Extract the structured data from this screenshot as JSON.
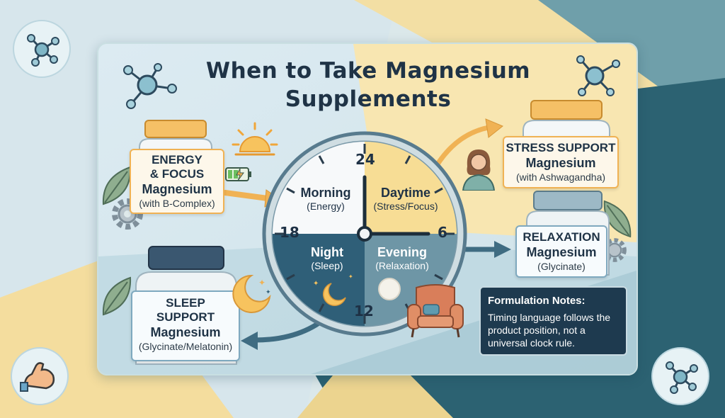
{
  "title": {
    "line1": "When to Take Magnesium",
    "line2": "Supplements"
  },
  "clock": {
    "numbers": {
      "top": "24",
      "right": "6",
      "bottom": "12",
      "left": "18"
    },
    "quadrants": {
      "morning": {
        "title": "Morning",
        "subtitle": "(Energy)"
      },
      "daytime": {
        "title": "Daytime",
        "subtitle": "(Stress/Focus)"
      },
      "night": {
        "title": "Night",
        "subtitle": "(Sleep)"
      },
      "evening": {
        "title": "Evening",
        "subtitle": "(Relaxation)"
      }
    }
  },
  "products": {
    "energy": {
      "name_line1": "ENERGY",
      "name_line2": "& FOCUS",
      "magnesium": "Magnesium",
      "formula": "(with B-Complex)"
    },
    "stress": {
      "name": "STRESS SUPPORT",
      "magnesium": "Magnesium",
      "formula": "(with Ashwagandha)"
    },
    "relaxation": {
      "name": "RELAXATION",
      "magnesium": "Magnesium",
      "formula": "(Glycinate)"
    },
    "sleep": {
      "name_line1": "SLEEP",
      "name_line2": "SUPPORT",
      "magnesium": "Magnesium",
      "formula": "(Glycinate/Melatonin)"
    }
  },
  "notes": {
    "title": "Formulation Notes:",
    "body": "Timing language follows the product position, not a universal clock rule."
  },
  "icons": [
    "molecule-icon",
    "sun-icon",
    "battery-icon",
    "gear-icon",
    "leaf-icon",
    "moon-icon",
    "stars-icon",
    "person-icon",
    "armchair-icon",
    "muscle-icon",
    "bottle-icon"
  ],
  "colors": {
    "accent_orange": "#f0b254",
    "navy": "#1e3a4f",
    "teal": "#2f6678",
    "cream": "#fbe7b4"
  }
}
